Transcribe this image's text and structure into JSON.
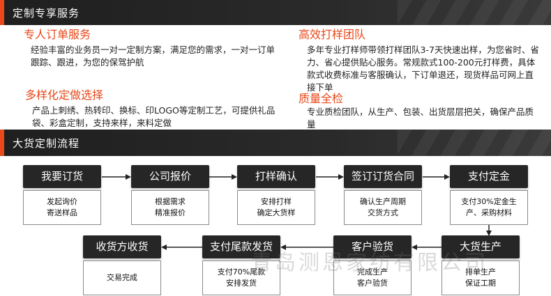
{
  "section1": {
    "title": "定制专享服务"
  },
  "services": [
    {
      "title": "专人订单服务",
      "desc": "经验丰富的业务员一对一定制方案，满足您的需求，一对一订单跟踪、跟进，为您的保驾护航"
    },
    {
      "title": "高效打样团队",
      "desc": "多年专业打样师带领打样团队3-7天快速出样，为您省时、省力、省心提供贴心服务。常规款式100-200元打样费，具体款式收费标准与客服确认，下订单退还，现货样品可网上直接下单"
    },
    {
      "title": "多样化定做选择",
      "desc": "产品上刺绣、热转印、换标、印LOGO等定制工艺，可提供礼品袋、彩盒定制，支持来样，来料定做"
    },
    {
      "title": "质量全检",
      "desc": "专业质检团队，从生产、包装、出货层层把关，确保产品质量"
    }
  ],
  "section2": {
    "title": "大货定制流程"
  },
  "steps": [
    {
      "head": "我要订货",
      "line1": "发起询价",
      "line2": "寄送样品"
    },
    {
      "head": "公司报价",
      "line1": "根据需求",
      "line2": "精准报价"
    },
    {
      "head": "打样确认",
      "line1": "安排打样",
      "line2": "确定大货样"
    },
    {
      "head": "签订订货合同",
      "line1": "确认生产周期",
      "line2": "交货方式"
    },
    {
      "head": "支付定金",
      "line1": "支付30%定金生产、采购材料",
      "line2": ""
    },
    {
      "head": "大货生产",
      "line1": "排单生产",
      "line2": "保证工期"
    },
    {
      "head": "客户验货",
      "line1": "完成生产",
      "line2": "客户验货"
    },
    {
      "head": "支付尾款发货",
      "line1": "支付70%尾款",
      "line2": "安排发货"
    },
    {
      "head": "收货方收货",
      "line1": "交易完成",
      "line2": ""
    }
  ],
  "watermark": "青岛测恩家纺有限公司",
  "colors": {
    "accent": "#e8481a",
    "band": "#262626",
    "step_head": "#262626"
  }
}
